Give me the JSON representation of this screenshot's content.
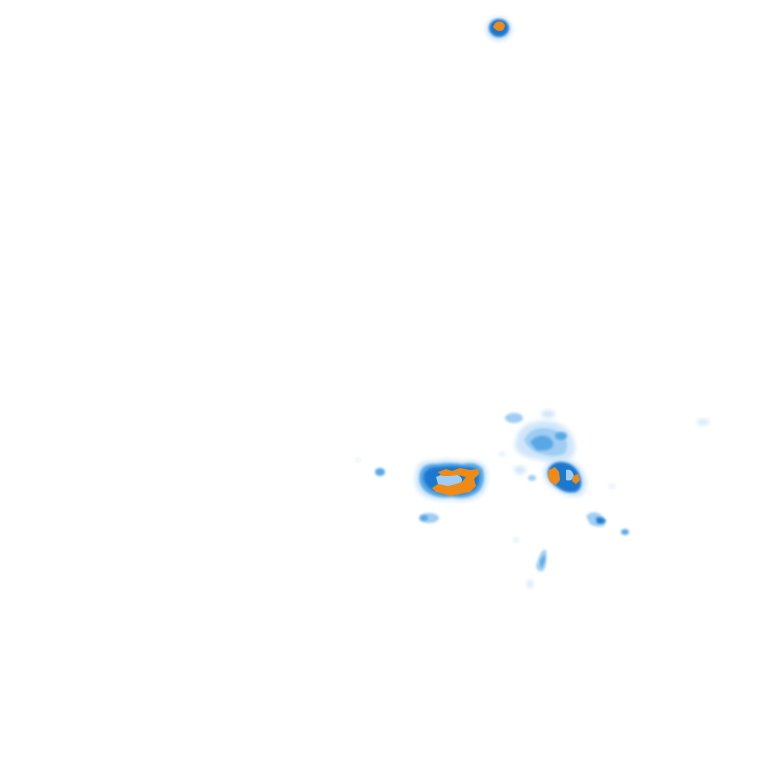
{
  "map": {
    "type": "precipitation-radar-overlay",
    "background": "#ffffff",
    "legend_colors": {
      "very_light": "#cfe6fa",
      "light": "#9fcdf3",
      "moderate": "#58a8e6",
      "heavy": "#1f78cf",
      "intense": "#f08a16"
    },
    "cells": [
      "north-cell",
      "west-cluster",
      "central-north-cluster",
      "east-cell",
      "southeast-tail",
      "southern-streak",
      "scattered-fragments"
    ]
  }
}
